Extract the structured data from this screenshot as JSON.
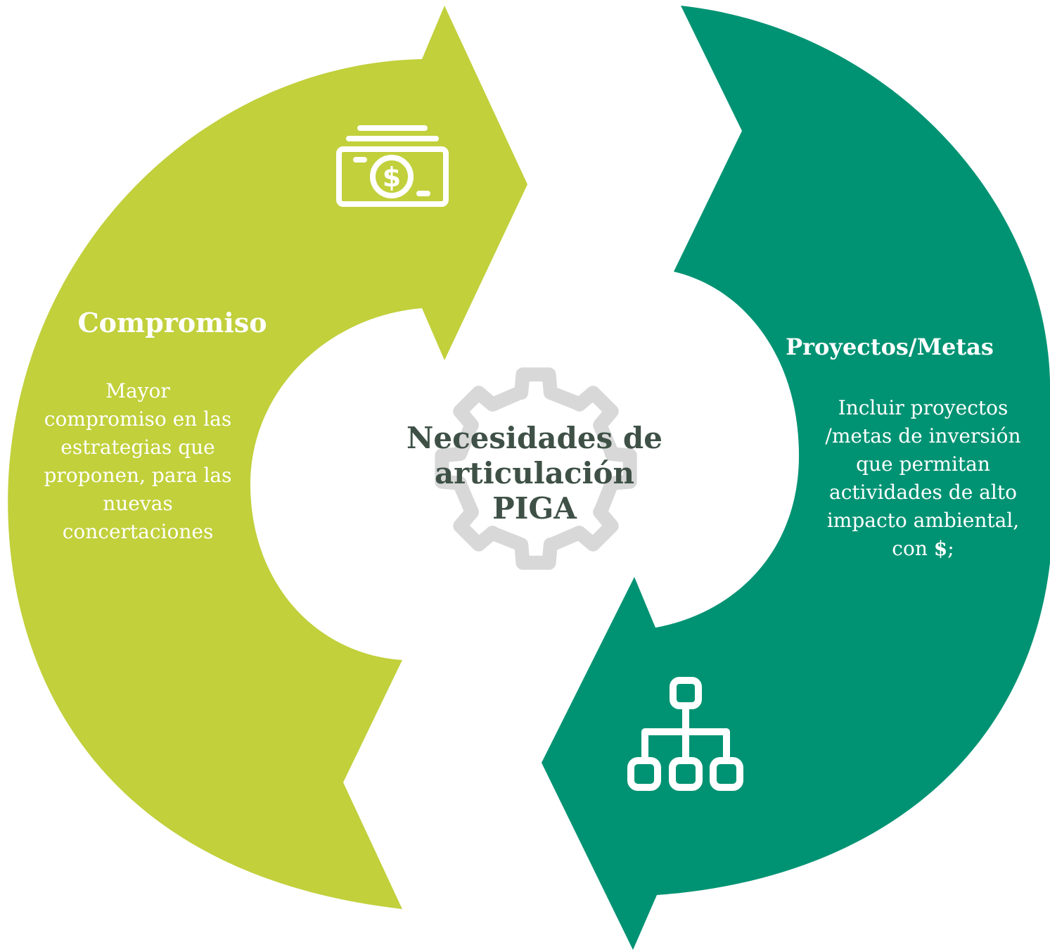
{
  "colors": {
    "left_arrow": "#c1d03b",
    "right_arrow": "#009373",
    "gear": "#d8d8d8",
    "center_text": "#3f5147",
    "icon": "#ffffff"
  },
  "icons": {
    "top": "money-bill-icon",
    "bottom": "org-chart-icon",
    "center": "gear-icon"
  },
  "center": {
    "title": "Necesidades de\narticulación\nPIGA"
  },
  "left": {
    "heading": "Compromiso",
    "body": "Mayor\ncompromiso en las\nestrategias que\nproponen, para las\nnuevas\nconcertaciones"
  },
  "right": {
    "heading": "Proyectos/Metas",
    "body_main": "Incluir proyectos\n/metas de inversión\nque permitan\nactividades de alto\nimpacto ambiental,\ncon ",
    "body_bold": "$",
    "body_end": ";"
  }
}
